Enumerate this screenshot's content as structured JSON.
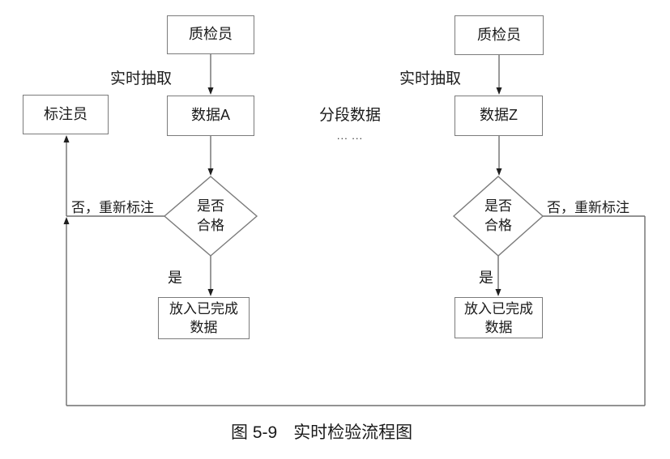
{
  "figure": {
    "caption_label": "图 5-9",
    "caption_title": "实时检验流程图"
  },
  "middle": {
    "segmented_label": "分段数据",
    "ellipsis": "... ..."
  },
  "left_flow": {
    "inspector": "质检员",
    "extract_label": "实时抽取",
    "data": "数据A",
    "decision_line1": "是否",
    "decision_line2": "合格",
    "no_label": "否，重新标注",
    "yes_label": "是",
    "done_line1": "放入已完成",
    "done_line2": "数据",
    "annotator": "标注员"
  },
  "right_flow": {
    "inspector": "质检员",
    "extract_label": "实时抽取",
    "data": "数据Z",
    "decision_line1": "是否",
    "decision_line2": "合格",
    "no_label": "否，重新标注",
    "yes_label": "是",
    "done_line1": "放入已完成",
    "done_line2": "数据"
  },
  "colors": {
    "line": "#6e6e6e",
    "box_border": "#7b7b7b",
    "arrowhead": "#1f1f1f",
    "text": "#1a1a1a",
    "background": "#ffffff"
  }
}
